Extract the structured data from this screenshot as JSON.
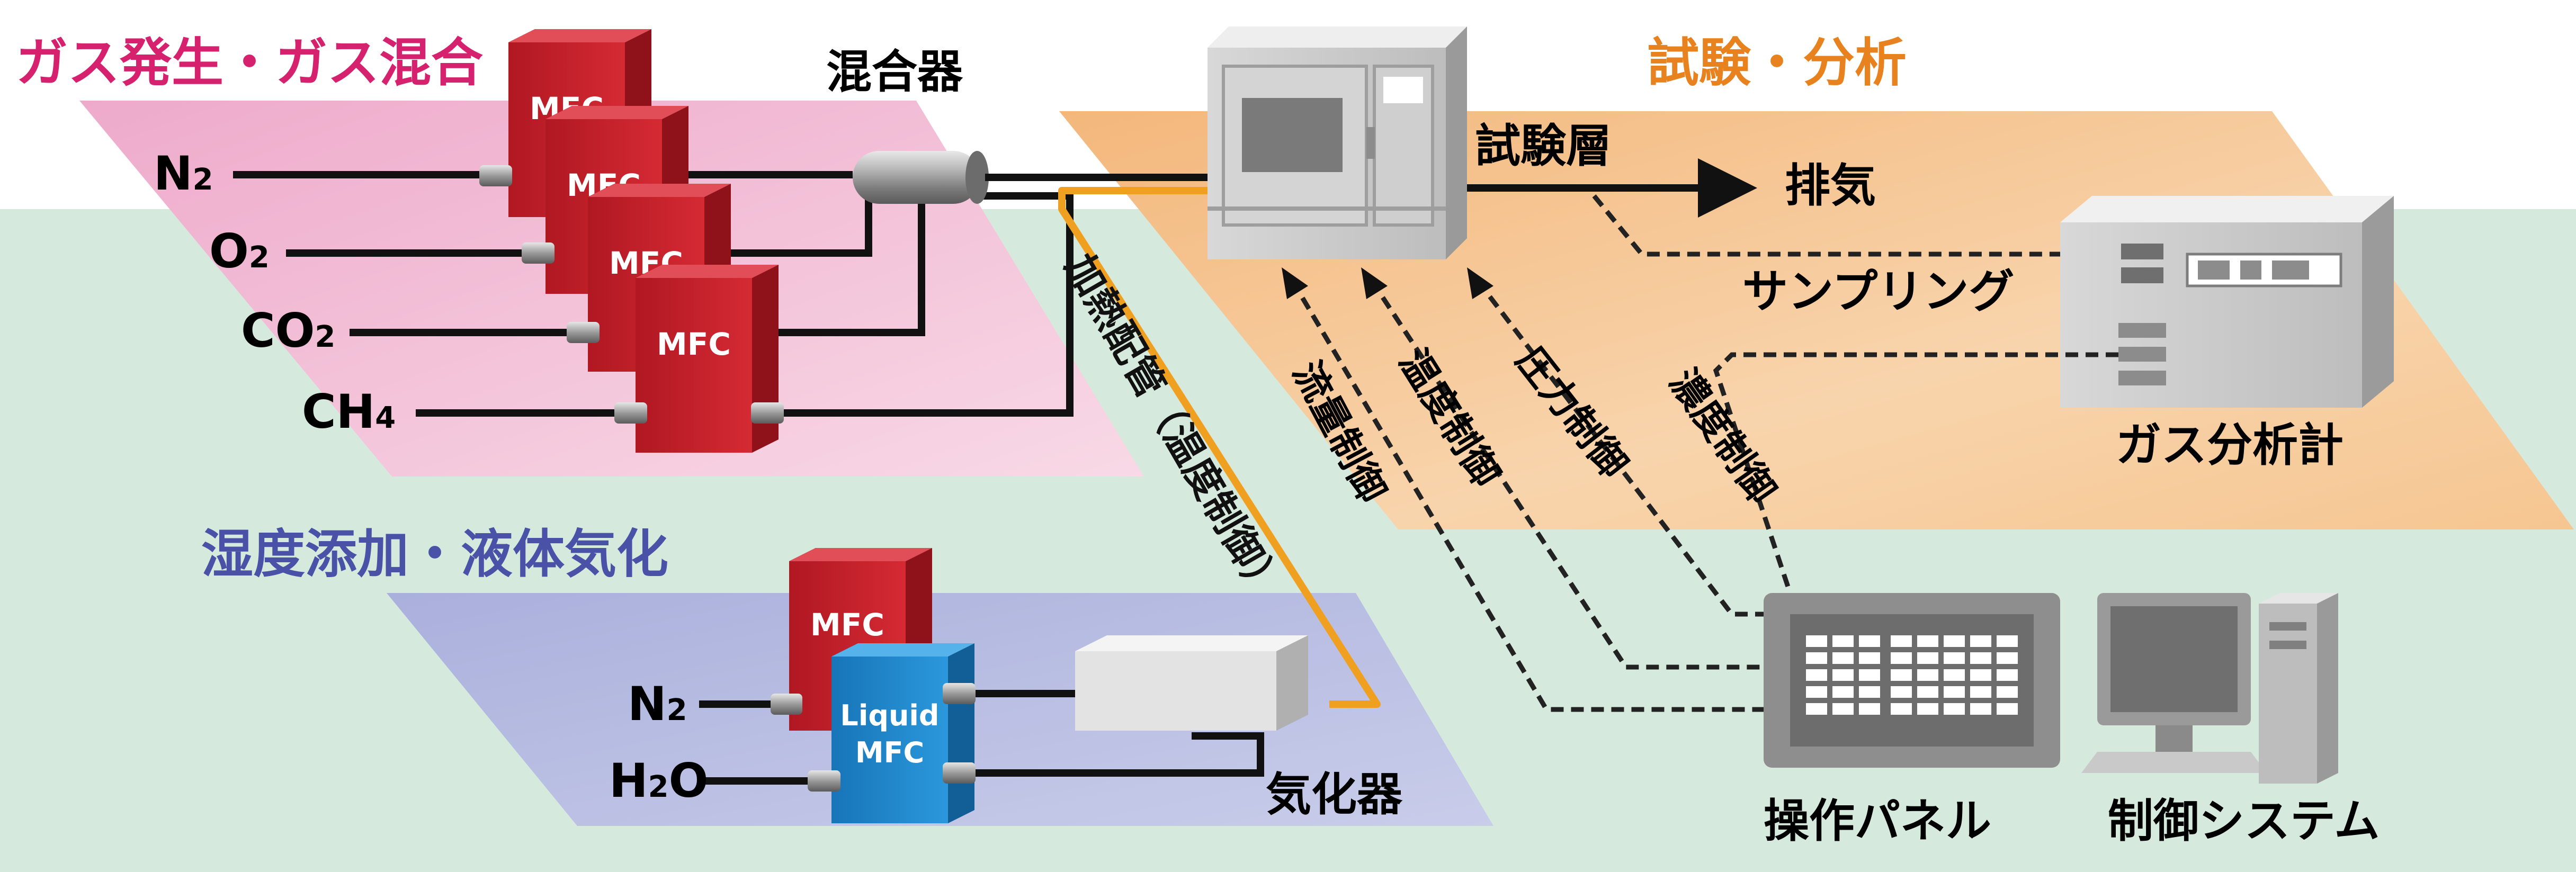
{
  "sections": {
    "gas_mixing": "ガス発生・ガス混合",
    "test_analysis": "試験・分析",
    "humidity": "湿度添加・液体気化"
  },
  "gas_lines": {
    "n2": {
      "main": "N",
      "sub": "2"
    },
    "o2": {
      "main": "O",
      "sub": "2"
    },
    "co2": {
      "main": "CO",
      "sub": "2"
    },
    "ch4": {
      "main": "CH",
      "sub": "4"
    }
  },
  "water_lines": {
    "n2": {
      "main": "N",
      "sub": "2"
    },
    "h2o": {
      "main": "H",
      "sub": "2",
      "tail": "O"
    }
  },
  "mfc_label": "MFC",
  "liquid_mfc": {
    "line1": "Liquid",
    "line2": "MFC"
  },
  "labels": {
    "mixer": "混合器",
    "chamber": "試験層",
    "exhaust": "排気",
    "sampling": "サンプリング",
    "gas_analyzer": "ガス分析計",
    "vaporizer": "気化器",
    "heated_pipe": "加熱配管（温度制御）",
    "operation_panel": "操作パネル",
    "control_system": "制御システム"
  },
  "controls": {
    "flow": "流量制御",
    "temperature": "温度制御",
    "pressure": "圧力制御",
    "concentration": "濃度制御"
  },
  "colors": {
    "mixing_title": "#d6226e",
    "analysis_title": "#e8821e",
    "humidity_title": "#4a52a8",
    "mixing_plate": "#f0b8d0",
    "analysis_plate": "#f6c998",
    "humidity_plate": "#b9bfe0",
    "background_band": "#d6e9dd",
    "mfc_red": "#c8202c",
    "liquid_mfc_blue": "#1e88d0",
    "heated_pipe": "#f0a020"
  }
}
